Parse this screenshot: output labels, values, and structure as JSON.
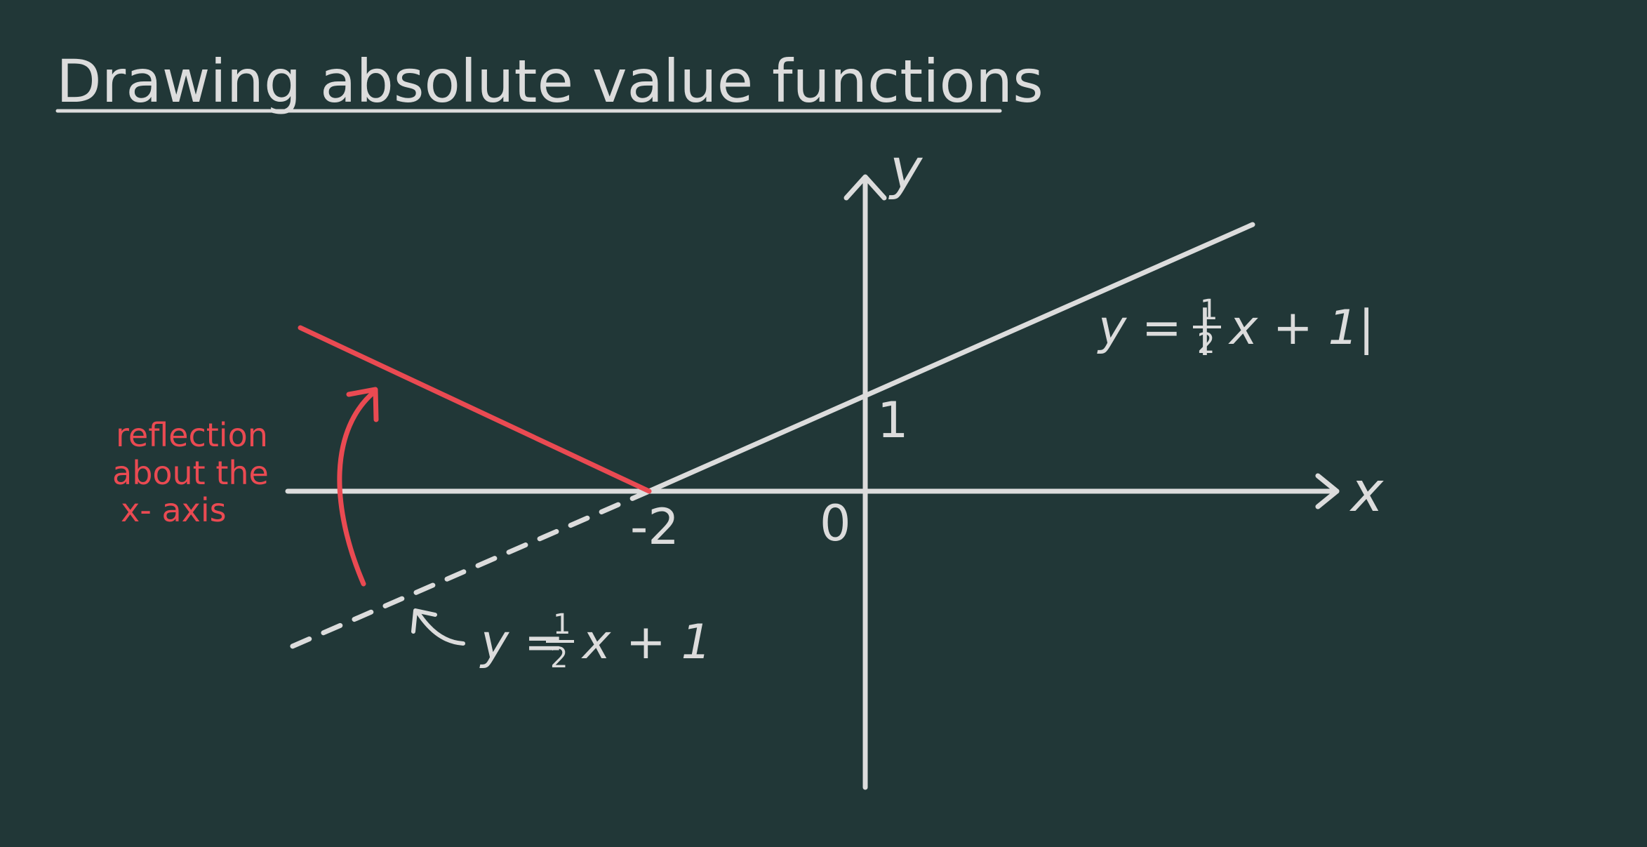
{
  "title": "Drawing absolute value functions",
  "axes": {
    "x_label": "x",
    "y_label": "y"
  },
  "ticks": {
    "origin": "0",
    "x_intercept": "-2",
    "y_intercept": "1"
  },
  "equations": {
    "abs": {
      "prefix": "y = |",
      "frac_num": "1",
      "frac_den": "2",
      "suffix": "x + 1|"
    },
    "linear": {
      "prefix": "y =",
      "frac_num": "1",
      "frac_den": "2",
      "suffix": "x + 1"
    }
  },
  "annotation": {
    "line1": "reflection",
    "line2": "about the",
    "line3": "x- axis"
  },
  "colors": {
    "background": "#213737",
    "chalk": "#dcdcdc",
    "reflection": "#ea4a52"
  }
}
